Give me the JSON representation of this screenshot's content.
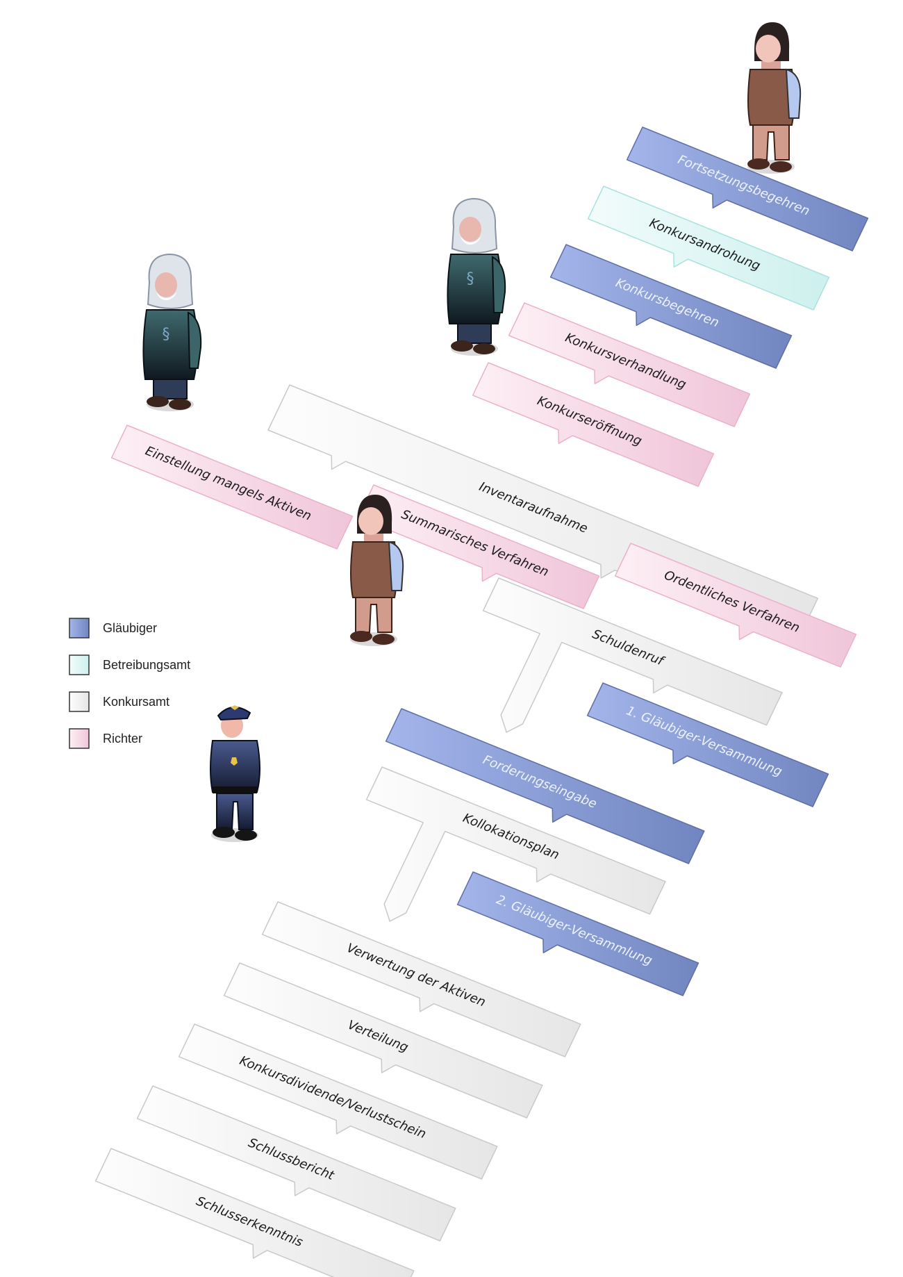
{
  "colors": {
    "glaeubiger": "#8598cf",
    "betreibungsamt": "#d6f3f1",
    "konkursamt": "#ececec",
    "richter": "#f3cfe0"
  },
  "legend": [
    {
      "key": "glaeubiger",
      "label": "Gläubiger"
    },
    {
      "key": "betreibungsamt",
      "label": "Betreibungsamt"
    },
    {
      "key": "konkursamt",
      "label": "Konkursamt"
    },
    {
      "key": "richter",
      "label": "Richter"
    }
  ],
  "steps": [
    {
      "label": "Fortsetzungsbegehren",
      "role": "glaeubiger"
    },
    {
      "label": "Konkursandrohung",
      "role": "betreibungsamt"
    },
    {
      "label": "Konkursbegehren",
      "role": "glaeubiger"
    },
    {
      "label": "Konkursverhandlung",
      "role": "richter"
    },
    {
      "label": "Konkurseröffnung",
      "role": "richter"
    },
    {
      "label": "Inventaraufnahme",
      "role": "konkursamt"
    },
    {
      "label": "Einstellung mangels Aktiven",
      "role": "richter"
    },
    {
      "label": "Summarisches Verfahren",
      "role": "richter"
    },
    {
      "label": "Ordentliches Verfahren",
      "role": "richter"
    },
    {
      "label": "Schuldenruf",
      "role": "konkursamt"
    },
    {
      "label": "1. Gläubiger-Versammlung",
      "role": "glaeubiger"
    },
    {
      "label": "Forderungseingabe",
      "role": "glaeubiger"
    },
    {
      "label": "Kollokationsplan",
      "role": "konkursamt"
    },
    {
      "label": "2. Gläubiger-Versammlung",
      "role": "glaeubiger"
    },
    {
      "label": "Verwertung der Aktiven",
      "role": "konkursamt"
    },
    {
      "label": "Verteilung",
      "role": "konkursamt"
    },
    {
      "label": "Konkursdividende/Verlustschein",
      "role": "konkursamt"
    },
    {
      "label": "Schlussbericht",
      "role": "konkursamt"
    },
    {
      "label": "Schlusserkenntnis",
      "role": "konkursamt"
    }
  ],
  "figures": [
    {
      "type": "creditor-icon"
    },
    {
      "type": "judge-icon"
    },
    {
      "type": "judge-icon"
    },
    {
      "type": "creditor-icon"
    },
    {
      "type": "officer-icon"
    }
  ]
}
